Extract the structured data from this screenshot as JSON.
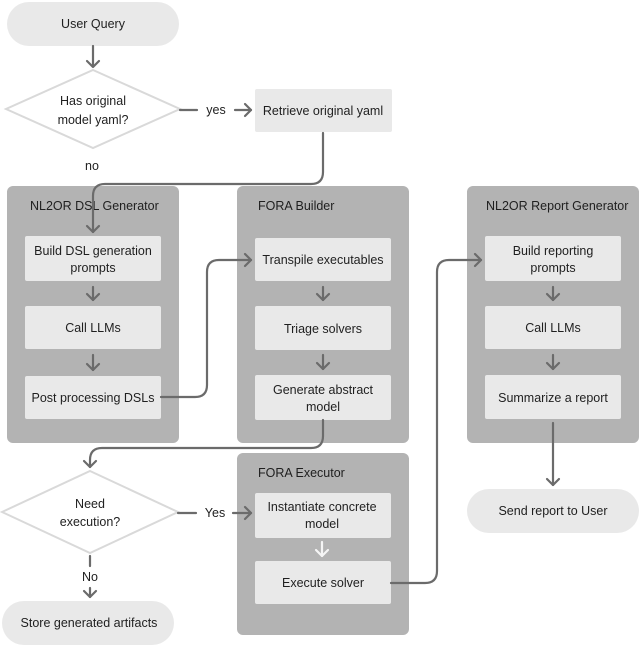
{
  "start": {
    "label": "User Query"
  },
  "decision_yaml": {
    "line1": "Has original",
    "line2": "model yaml?",
    "yes_label": "yes",
    "no_label": "no"
  },
  "retrieve": {
    "label": "Retrieve original yaml"
  },
  "dsl_generator": {
    "title": "NL2OR DSL Generator",
    "steps": [
      {
        "line1": "Build DSL generation",
        "line2": "prompts"
      },
      {
        "line1": "Call LLMs"
      },
      {
        "line1": "Post processing DSLs"
      }
    ]
  },
  "fora_builder": {
    "title": "FORA Builder",
    "steps": [
      {
        "line1": "Transpile executables"
      },
      {
        "line1": "Triage solvers"
      },
      {
        "line1": "Generate abstract",
        "line2": "model"
      }
    ]
  },
  "report_generator": {
    "title": "NL2OR Report Generator",
    "steps": [
      {
        "line1": "Build reporting",
        "line2": "prompts"
      },
      {
        "line1": "Call LLMs"
      },
      {
        "line1": "Summarize a report"
      }
    ]
  },
  "decision_exec": {
    "line1": "Need",
    "line2": "execution?",
    "yes_label": "Yes",
    "no_label": "No"
  },
  "fora_executor": {
    "title": "FORA Executor",
    "steps": [
      {
        "line1": "Instantiate concrete",
        "line2": "model"
      },
      {
        "line1": "Execute solver"
      }
    ]
  },
  "store": {
    "label": "Store generated artifacts"
  },
  "send": {
    "label": "Send report to User"
  },
  "colors": {
    "panel": "#b3b3b3",
    "box": "#e9e9e9",
    "arrow": "#6b6b6b",
    "arrow_light": "#f5f5f5"
  }
}
